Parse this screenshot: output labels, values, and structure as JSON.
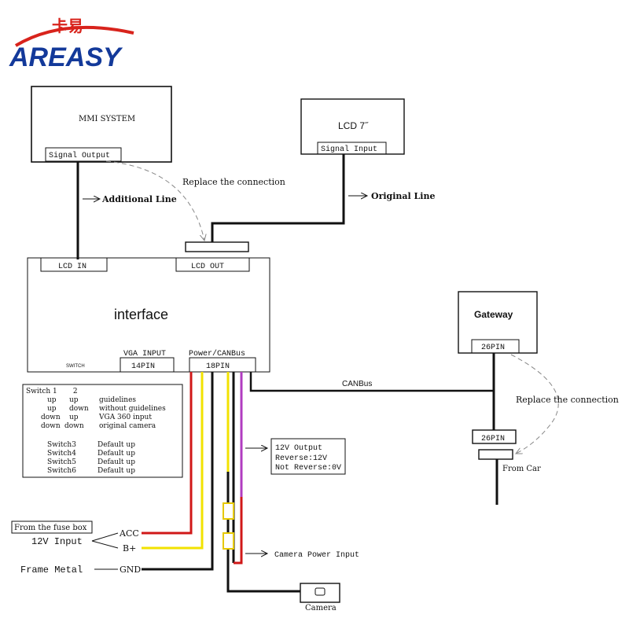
{
  "logo": {
    "chinese": "卡易",
    "brand": "AREASY"
  },
  "boxes": {
    "mmi": {
      "title": "MMI SYSTEM",
      "port": "Signal Output"
    },
    "lcd": {
      "title": "LCD 7˝",
      "port": "Signal Input"
    },
    "interface": {
      "title": "interface",
      "port_lcd_in": "LCD IN",
      "port_lcd_out": "LCD OUT",
      "switch_label": "SWITCH",
      "vga_label": "VGA INPUT",
      "vga_pin": "14PIN",
      "power_label": "Power/CANBus",
      "power_pin": "18PIN"
    },
    "gateway": {
      "title": "Gateway",
      "pin": "26PIN"
    },
    "from_car": {
      "pin": "26PIN",
      "label": "From Car"
    },
    "camera": {
      "label": "Camera"
    }
  },
  "annotations": {
    "replace_top": "Replace  the connection",
    "additional_line": "Additional Line",
    "original_line": "Original Line",
    "canbus": "CANBus",
    "replace_right": "Replace  the connection",
    "camera_power_input": "Camera  Power  Input"
  },
  "output_box": {
    "line1": "12V Output",
    "line2": "Reverse:12V",
    "line3": "Not Reverse:0V"
  },
  "switch_table": {
    "header": "Switch 1       2",
    "rows": [
      {
        "a": "up",
        "b": "up",
        "desc": "guidelines"
      },
      {
        "a": "up",
        "b": "down",
        "desc": "without guidelines"
      },
      {
        "a": "down",
        "b": "up",
        "desc": "VGA 360 input"
      },
      {
        "a": "down",
        "b": "down",
        "desc": "original camera"
      }
    ],
    "extra": [
      {
        "name": "Switch3",
        "desc": "Default up"
      },
      {
        "name": "Switch4",
        "desc": "Default up"
      },
      {
        "name": "Switch5",
        "desc": "Default up"
      },
      {
        "name": "Switch6",
        "desc": "Default up"
      }
    ]
  },
  "inputs": {
    "fuse_box": "From the fuse box",
    "twelve_v": "12V  Input",
    "acc": "ACC",
    "bplus": "B+",
    "frame_metal": "Frame  Metal",
    "gnd": "GND"
  },
  "colors": {
    "red": "#d01818",
    "yellow": "#f2e200",
    "black": "#111111",
    "purple": "#b13cc0",
    "logo_red": "#d8231c",
    "logo_blue": "#13399a"
  }
}
